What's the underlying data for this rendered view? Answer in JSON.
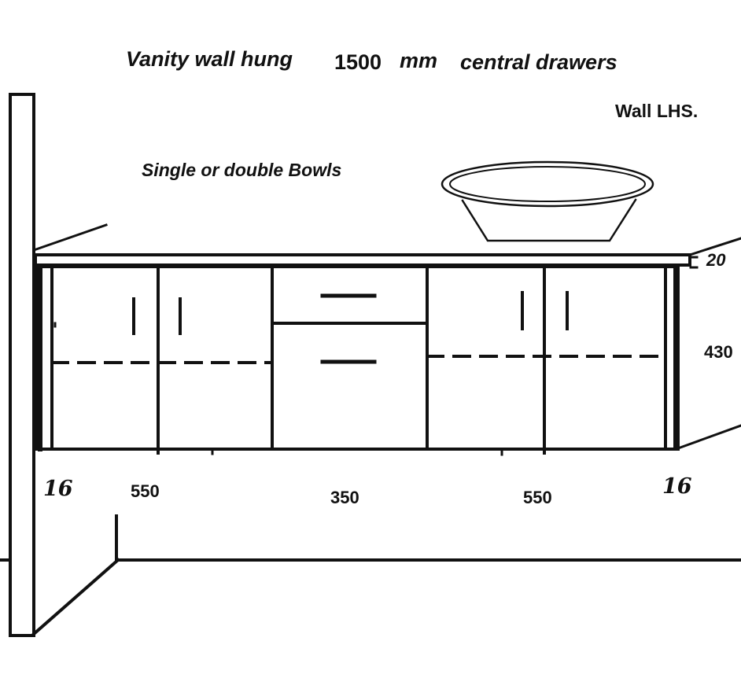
{
  "title": {
    "part1": "Vanity wall hung",
    "size": "1500",
    "unit": "mm",
    "part2": "central drawers"
  },
  "wall_note": "Wall LHS.",
  "bowl_note": "Single or double Bowls",
  "dimensions": {
    "top_thickness": "20",
    "height": "430",
    "left_side": "16",
    "left_section": "550",
    "center_section": "350",
    "right_section": "550",
    "right_side": "16"
  },
  "colors": {
    "line": "#111111",
    "background": "#ffffff"
  }
}
